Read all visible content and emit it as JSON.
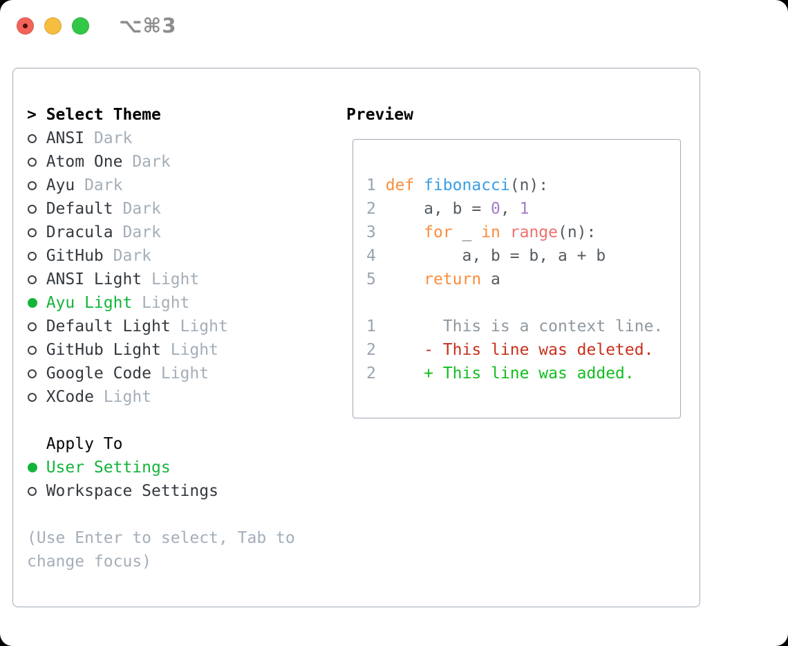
{
  "window": {
    "title": "⌥⌘3"
  },
  "theme_panel": {
    "header": {
      "marker": ">",
      "label": "Select Theme"
    },
    "items": [
      {
        "name": "ANSI",
        "tag": "Dark",
        "selected": false
      },
      {
        "name": "Atom One",
        "tag": "Dark",
        "selected": false
      },
      {
        "name": "Ayu",
        "tag": "Dark",
        "selected": false
      },
      {
        "name": "Default",
        "tag": "Dark",
        "selected": false
      },
      {
        "name": "Dracula",
        "tag": "Dark",
        "selected": false
      },
      {
        "name": "GitHub",
        "tag": "Dark",
        "selected": false
      },
      {
        "name": "ANSI Light",
        "tag": "Light",
        "selected": false
      },
      {
        "name": "Ayu Light",
        "tag": "Light",
        "selected": true
      },
      {
        "name": "Default Light",
        "tag": "Light",
        "selected": false
      },
      {
        "name": "GitHub Light",
        "tag": "Light",
        "selected": false
      },
      {
        "name": "Google Code",
        "tag": "Light",
        "selected": false
      },
      {
        "name": "XCode",
        "tag": "Light",
        "selected": false
      }
    ],
    "apply_to": {
      "label": "Apply To",
      "options": [
        {
          "label": "User Settings",
          "selected": true
        },
        {
          "label": "Workspace Settings",
          "selected": false
        }
      ]
    },
    "hint_lines": [
      "(Use Enter to select, Tab to",
      "change focus)"
    ]
  },
  "preview": {
    "label": "Preview",
    "lines": [
      {
        "num": "",
        "tokens": []
      },
      {
        "num": "1",
        "tokens": [
          {
            "t": "def",
            "c": "kw"
          },
          {
            "t": " ",
            "c": "pl"
          },
          {
            "t": "fibonacci",
            "c": "fn"
          },
          {
            "t": "(n):",
            "c": "pl"
          }
        ]
      },
      {
        "num": "2",
        "tokens": [
          {
            "t": "    a, b = ",
            "c": "pl"
          },
          {
            "t": "0",
            "c": "num"
          },
          {
            "t": ", ",
            "c": "pl"
          },
          {
            "t": "1",
            "c": "num"
          }
        ]
      },
      {
        "num": "3",
        "tokens": [
          {
            "t": "    ",
            "c": "pl"
          },
          {
            "t": "for",
            "c": "kw"
          },
          {
            "t": " _ ",
            "c": "pl"
          },
          {
            "t": "in",
            "c": "kw"
          },
          {
            "t": " ",
            "c": "pl"
          },
          {
            "t": "range",
            "c": "bi"
          },
          {
            "t": "(n):",
            "c": "pl"
          }
        ]
      },
      {
        "num": "4",
        "tokens": [
          {
            "t": "        a, b = b, a + b",
            "c": "pl"
          }
        ]
      },
      {
        "num": "5",
        "tokens": [
          {
            "t": "    ",
            "c": "pl"
          },
          {
            "t": "return",
            "c": "kw"
          },
          {
            "t": " a",
            "c": "pl"
          }
        ]
      },
      {
        "num": "",
        "tokens": []
      },
      {
        "num": "1",
        "tokens": [
          {
            "t": "      This is a context line.",
            "c": "ctx"
          }
        ]
      },
      {
        "num": "2",
        "tokens": [
          {
            "t": "    - This line was deleted.",
            "c": "del"
          }
        ]
      },
      {
        "num": "2",
        "tokens": [
          {
            "t": "    + This line was added.",
            "c": "add"
          }
        ]
      },
      {
        "num": "",
        "tokens": []
      }
    ]
  },
  "colors": {
    "kw": "#fa8d3e",
    "fn": "#399ee6",
    "bi": "#f0716e",
    "num": "#a37acc",
    "pl": "#545b61",
    "ctx": "#8f989f",
    "del": "#c9301d",
    "add": "#12bd20",
    "gutter": "#99a3ad",
    "green": "#14b43c",
    "tag": "#a4aeb8",
    "item": "#34393f",
    "hint": "#a4aeb8",
    "border": "#a2abb5",
    "title": "#8d8d8d",
    "tl_red": "#f4635a",
    "tl_yellow": "#f7bd3f",
    "tl_green": "#33c748"
  }
}
